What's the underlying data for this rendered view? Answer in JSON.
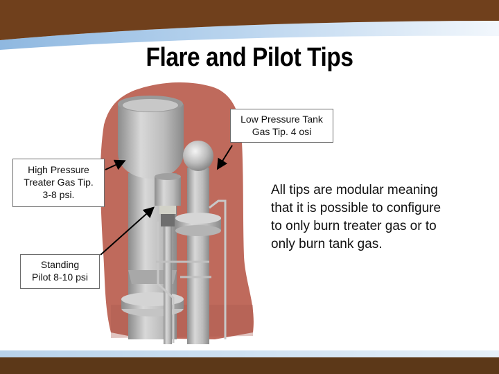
{
  "slide": {
    "title": "Flare and Pilot Tips",
    "colors": {
      "header_brown": "#70401c",
      "footer_brown": "#5c3818",
      "accent_blue": "#9fc4e6",
      "backdrop_red": "#bf6a5c",
      "steel_gray": "#b8b8b8"
    },
    "illustration": {
      "icon": "flare-stack-assembly-illustration"
    },
    "callouts": {
      "low_pressure": {
        "lines": [
          "Low Pressure Tank",
          "Gas Tip.  4 osi"
        ]
      },
      "high_pressure": {
        "lines": [
          "High Pressure",
          "Treater Gas Tip.",
          "3-8 psi."
        ]
      },
      "standing_pilot": {
        "lines": [
          "Standing",
          "Pilot 8-10 psi"
        ]
      }
    },
    "body": {
      "lines": [
        "All tips are modular meaning",
        "that it is possible to configure",
        "to only burn treater gas or to",
        "only burn tank gas."
      ]
    }
  }
}
